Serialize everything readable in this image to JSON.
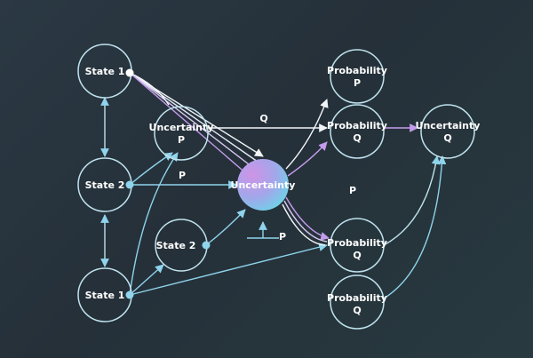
{
  "colors": {
    "node_stroke": "#bfe3ee",
    "edge_white": "#f2f5f8",
    "edge_blue": "#8fd4ec",
    "edge_violet": "#c59cec",
    "hub_gradient": [
      "#c894e8",
      "#7bd0ea"
    ]
  },
  "nodes": [
    {
      "id": "state1-top",
      "lines": [
        "State 1"
      ]
    },
    {
      "id": "state2-mid",
      "lines": [
        "State 2"
      ]
    },
    {
      "id": "state1-bottom",
      "lines": [
        "State 1"
      ]
    },
    {
      "id": "uncertainty-p",
      "lines": [
        "Uncertainty",
        "P"
      ]
    },
    {
      "id": "state2-inner",
      "lines": [
        "State 2"
      ]
    },
    {
      "id": "uncertainty-hub",
      "lines": [
        "Uncertainty"
      ]
    },
    {
      "id": "probability-p",
      "lines": [
        "Probability",
        "P"
      ]
    },
    {
      "id": "probability-q1",
      "lines": [
        "Probability",
        "Q"
      ]
    },
    {
      "id": "uncertainty-q",
      "lines": [
        "Uncertainty",
        "Q"
      ]
    },
    {
      "id": "probability-q2",
      "lines": [
        "Probability",
        "Q"
      ]
    },
    {
      "id": "probability-q3",
      "lines": [
        "Probability",
        "Q"
      ]
    }
  ],
  "edge_labels": {
    "q_top": "Q",
    "p_mid": "P",
    "p_right": "P",
    "p_bottom": "P"
  }
}
